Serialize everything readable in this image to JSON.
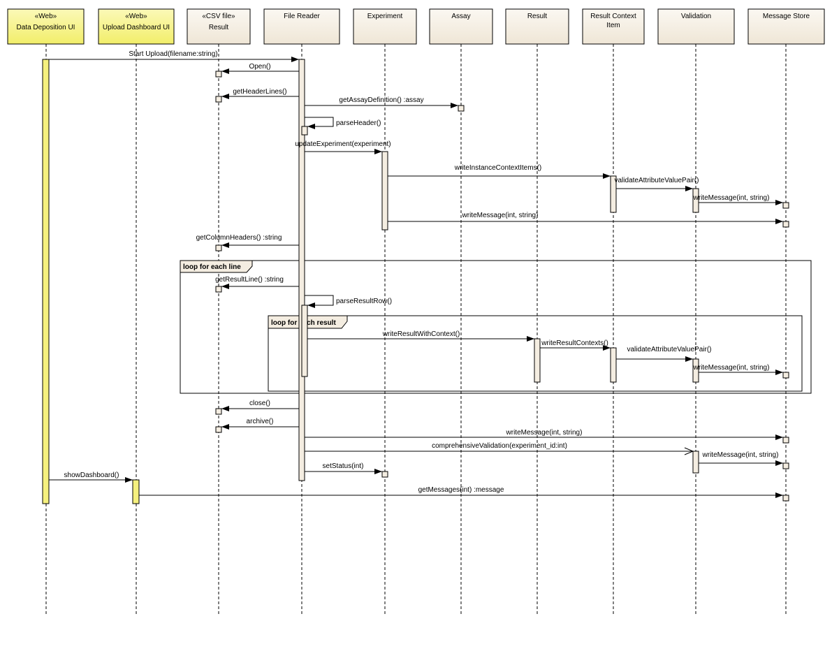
{
  "participants": [
    {
      "stereotype": "«Web»",
      "name": "Data Deposition UI",
      "type": "web",
      "fill": "#f5f07e"
    },
    {
      "stereotype": "«Web»",
      "name": "Upload Dashboard UI",
      "type": "web",
      "fill": "#f5f07e"
    },
    {
      "stereotype": "«CSV file»",
      "name": "Result",
      "type": "file",
      "fill": "#f4ede1"
    },
    {
      "stereotype": "",
      "name": "File Reader",
      "type": "class",
      "fill": "#f4ede1"
    },
    {
      "stereotype": "",
      "name": "Experiment",
      "type": "class",
      "fill": "#f4ede1"
    },
    {
      "stereotype": "",
      "name": "Assay",
      "type": "class",
      "fill": "#f4ede1"
    },
    {
      "stereotype": "",
      "name": "Result",
      "type": "class",
      "fill": "#f4ede1"
    },
    {
      "stereotype": "",
      "name": "Result Context Item",
      "type": "class",
      "fill": "#f4ede1"
    },
    {
      "stereotype": "",
      "name": "Validation",
      "type": "class",
      "fill": "#f4ede1"
    },
    {
      "stereotype": "",
      "name": "Message Store",
      "type": "class",
      "fill": "#f4ede1"
    }
  ],
  "messages": [
    {
      "label": "Start Upload(filename:string)",
      "from": "Data Deposition UI",
      "to": "File Reader"
    },
    {
      "label": "Open()",
      "from": "File Reader",
      "to": "Result (CSV file)"
    },
    {
      "label": "getHeaderLines()",
      "from": "File Reader",
      "to": "Result (CSV file)"
    },
    {
      "label": "getAssayDefinition() :assay",
      "from": "File Reader",
      "to": "Assay"
    },
    {
      "label": "parseHeader()",
      "from": "File Reader",
      "to": "File Reader"
    },
    {
      "label": "updateExperiment(experiment)",
      "from": "File Reader",
      "to": "Experiment"
    },
    {
      "label": "writeInstanceContextItems()",
      "from": "Experiment",
      "to": "Result Context Item"
    },
    {
      "label": "validateAttributeValuePair()",
      "from": "Result Context Item",
      "to": "Validation"
    },
    {
      "label": "writeMessage(int, string)",
      "from": "Validation",
      "to": "Message Store"
    },
    {
      "label": "writeMessage(int, string)",
      "from": "Experiment",
      "to": "Message Store"
    },
    {
      "label": "getColumnHeaders() :string",
      "from": "File Reader",
      "to": "Result (CSV file)"
    },
    {
      "label": "getResultLine() :string",
      "from": "File Reader",
      "to": "Result (CSV file)"
    },
    {
      "label": "parseResultRow()",
      "from": "File Reader",
      "to": "File Reader"
    },
    {
      "label": "writeResultWithContext()",
      "from": "File Reader",
      "to": "Result"
    },
    {
      "label": "writeResultContexts()",
      "from": "Result",
      "to": "Result Context Item"
    },
    {
      "label": "validateAttributeValuePair()",
      "from": "Result Context Item",
      "to": "Validation"
    },
    {
      "label": "writeMessage(int, string)",
      "from": "Validation",
      "to": "Message Store"
    },
    {
      "label": "close()",
      "from": "File Reader",
      "to": "Result (CSV file)"
    },
    {
      "label": "archive()",
      "from": "File Reader",
      "to": "Result (CSV file)"
    },
    {
      "label": "writeMessage(int, string)",
      "from": "File Reader",
      "to": "Message Store"
    },
    {
      "label": "comprehensiveValidation(experiment_id:int)",
      "from": "File Reader",
      "to": "Validation",
      "async": true
    },
    {
      "label": "writeMessage(int, string)",
      "from": "Validation",
      "to": "Message Store"
    },
    {
      "label": "setStatus(int)",
      "from": "File Reader",
      "to": "Experiment"
    },
    {
      "label": "showDashboard()",
      "from": "Data Deposition UI",
      "to": "Upload Dashboard UI"
    },
    {
      "label": "getMessages(int) :message",
      "from": "Upload Dashboard UI",
      "to": "Message Store"
    }
  ],
  "frames": [
    {
      "label": "loop for each line"
    },
    {
      "label": "loop for each result"
    }
  ],
  "colors": {
    "web_fill": "#f5f07e",
    "class_fill": "#f4ede1",
    "stroke": "#000000"
  }
}
